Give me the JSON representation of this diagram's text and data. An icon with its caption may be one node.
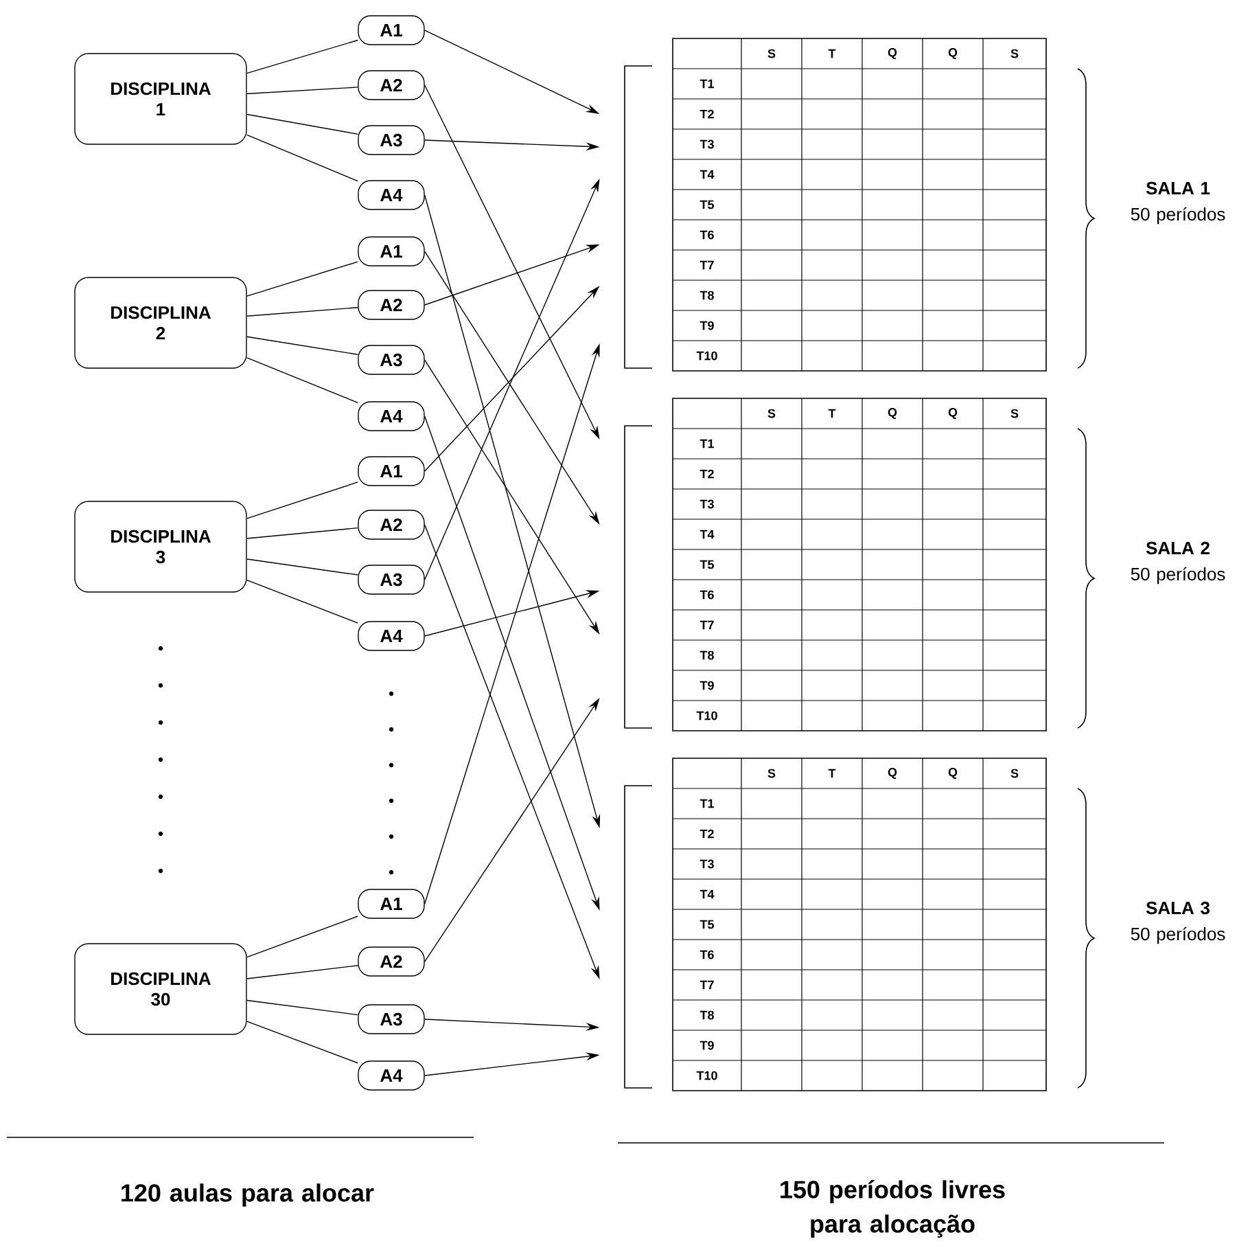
{
  "diagram": {
    "nodes": [
      {
        "text": [
          "DISCIPLINA 1"
        ]
      },
      {
        "text": [
          "A1"
        ]
      },
      {
        "text": [
          "A2"
        ]
      },
      {
        "text": [
          "A3"
        ]
      },
      {
        "text": [
          "A4"
        ]
      },
      {
        "text": [
          "DISCIPLINA 2"
        ]
      },
      {
        "text": [
          "A1"
        ]
      },
      {
        "text": [
          "A2"
        ]
      },
      {
        "text": [
          "A3"
        ]
      },
      {
        "text": [
          "A4"
        ]
      },
      {
        "text": [
          "DISCIPLINA 3"
        ]
      },
      {
        "text": [
          "A1"
        ]
      },
      {
        "text": [
          "A2"
        ]
      },
      {
        "text": [
          "A3"
        ]
      },
      {
        "text": [
          "A4"
        ]
      },
      {
        "text": [
          "DISCIPLINA 30"
        ]
      },
      {
        "text": [
          "A1"
        ]
      },
      {
        "text": [
          "A2"
        ]
      },
      {
        "text": [
          "A3"
        ]
      },
      {
        "text": [
          "A4"
        ]
      },
      {
        "text": [
          "S",
          "T",
          "Q",
          "Q",
          "S",
          "T1",
          "T2",
          "T3",
          "T4",
          "T5",
          "T6",
          "T7",
          "T8",
          "T9",
          "T10"
        ],
        "beside": [
          "SALA 1",
          "50 períodos"
        ]
      },
      {
        "text": [
          "S",
          "T",
          "Q",
          "Q",
          "S",
          "T1",
          "T2",
          "T3",
          "T4",
          "T5",
          "T6",
          "T7",
          "T8",
          "T9",
          "T10"
        ],
        "beside": [
          "SALA 2",
          "50 períodos"
        ]
      },
      {
        "text": [
          "S",
          "T",
          "Q",
          "Q",
          "S",
          "T1",
          "T2",
          "T3",
          "T4",
          "T5",
          "T6",
          "T7",
          "T8",
          "T9",
          "T10"
        ],
        "beside": [
          "SALA 3",
          "50 períodos"
        ]
      }
    ],
    "edges": [
      {
        "from": 0,
        "to": 1,
        "arrow": "none"
      },
      {
        "from": 0,
        "to": 2,
        "arrow": "none"
      },
      {
        "from": 0,
        "to": 3,
        "arrow": "none"
      },
      {
        "from": 0,
        "to": 4,
        "arrow": "none"
      },
      {
        "from": 5,
        "to": 6,
        "arrow": "none"
      },
      {
        "from": 5,
        "to": 7,
        "arrow": "none"
      },
      {
        "from": 5,
        "to": 8,
        "arrow": "none"
      },
      {
        "from": 5,
        "to": 9,
        "arrow": "none"
      },
      {
        "from": 10,
        "to": 11,
        "arrow": "none"
      },
      {
        "from": 10,
        "to": 12,
        "arrow": "none"
      },
      {
        "from": 10,
        "to": 13,
        "arrow": "none"
      },
      {
        "from": 10,
        "to": 14,
        "arrow": "none"
      },
      {
        "from": 15,
        "to": 16,
        "arrow": "none"
      },
      {
        "from": 15,
        "to": 17,
        "arrow": "none"
      },
      {
        "from": 15,
        "to": 18,
        "arrow": "none"
      },
      {
        "from": 15,
        "to": 19,
        "arrow": "none"
      },
      {
        "from": 1,
        "to": 20,
        "arrow": "to"
      },
      {
        "from": 2,
        "to": 21,
        "arrow": "to"
      },
      {
        "from": 3,
        "to": 20,
        "arrow": "to"
      },
      {
        "from": 4,
        "to": 22,
        "arrow": "to"
      },
      {
        "from": 6,
        "to": 21,
        "arrow": "to"
      },
      {
        "from": 7,
        "to": 20,
        "arrow": "to"
      },
      {
        "from": 8,
        "to": 21,
        "arrow": "to"
      },
      {
        "from": 9,
        "to": 22,
        "arrow": "to"
      },
      {
        "from": 11,
        "to": 20,
        "arrow": "to"
      },
      {
        "from": 12,
        "to": 22,
        "arrow": "to"
      },
      {
        "from": 13,
        "to": 20,
        "arrow": "to"
      },
      {
        "from": 14,
        "to": 21,
        "arrow": "to"
      },
      {
        "from": 16,
        "to": 20,
        "arrow": "to"
      },
      {
        "from": 17,
        "to": 21,
        "arrow": "to"
      },
      {
        "from": 18,
        "to": 22,
        "arrow": "to"
      },
      {
        "from": 19,
        "to": 22,
        "arrow": "to"
      }
    ],
    "labels": [
      "120 aulas para alocar",
      "150 períodos livres para alocação"
    ]
  }
}
